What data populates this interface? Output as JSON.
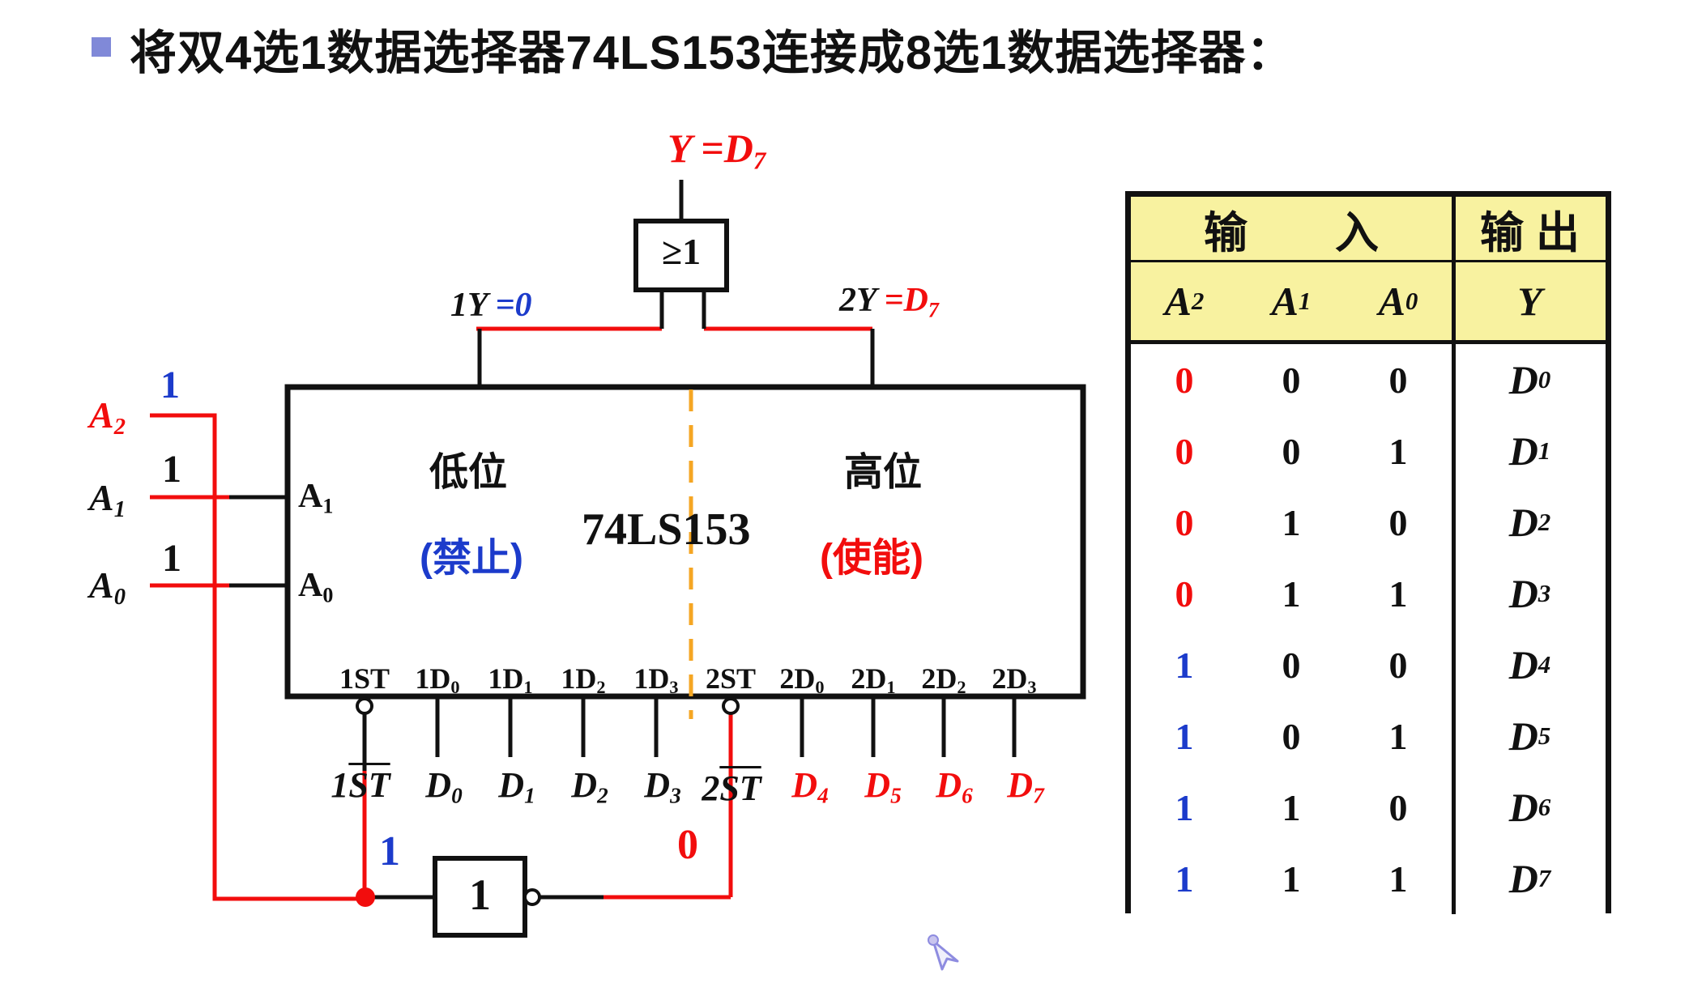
{
  "title": {
    "text": "将双4选1数据选择器74LS153连接成8选1数据选择器："
  },
  "colors": {
    "red": "#f20d0d",
    "blue": "#1c3bcb",
    "orange_dashed": "#f5a623",
    "table_header_bg": "#f8f2a0",
    "title_bullet": "#8089d8",
    "black": "#111111"
  },
  "circuit": {
    "output_label": {
      "pre": "Y =",
      "base": "D",
      "sub": "7"
    },
    "branch_left": {
      "name": "1Y ",
      "eq": "=0"
    },
    "branch_right": {
      "name": "2Y ",
      "eq": "=",
      "base": "D",
      "sub": "7"
    },
    "or_gate": {
      "symbol": "≥1"
    },
    "not_gate": {
      "symbol": "1"
    },
    "address_inputs": [
      {
        "base": "A",
        "sub": "2",
        "value": "1"
      },
      {
        "base": "A",
        "sub": "1",
        "value": "1"
      },
      {
        "base": "A",
        "sub": "0",
        "value": "1"
      }
    ],
    "chip": {
      "name": "74LS153",
      "left_half_label": "低位",
      "left_half_status": "(禁止)",
      "right_half_label": "高位",
      "right_half_status": "(使能)",
      "port_a1": {
        "base": "A",
        "sub": "1"
      },
      "port_a0": {
        "base": "A",
        "sub": "0"
      },
      "pins": [
        {
          "p": "1ST",
          "s": ""
        },
        {
          "p": "1D",
          "s": "0"
        },
        {
          "p": "1D",
          "s": "1"
        },
        {
          "p": "1D",
          "s": "2"
        },
        {
          "p": "1D",
          "s": "3"
        },
        {
          "p": "2ST",
          "s": ""
        },
        {
          "p": "2D",
          "s": "0"
        },
        {
          "p": "2D",
          "s": "1"
        },
        {
          "p": "2D",
          "s": "2"
        },
        {
          "p": "2D",
          "s": "3"
        }
      ]
    },
    "strobe1": {
      "pre": "1",
      "bar": "ST",
      "value": "1"
    },
    "strobe2": {
      "pre": "2",
      "bar": "ST",
      "value": "0"
    },
    "data_inputs": [
      {
        "base": "D",
        "sub": "0"
      },
      {
        "base": "D",
        "sub": "1"
      },
      {
        "base": "D",
        "sub": "2"
      },
      {
        "base": "D",
        "sub": "3"
      },
      {
        "base": "D",
        "sub": "4"
      },
      {
        "base": "D",
        "sub": "5"
      },
      {
        "base": "D",
        "sub": "6"
      },
      {
        "base": "D",
        "sub": "7"
      }
    ]
  },
  "table": {
    "header_input": "输　　入",
    "header_output": "输 出",
    "col_a2": {
      "base": "A",
      "sub": "2"
    },
    "col_a1": {
      "base": "A",
      "sub": "1"
    },
    "col_a0": {
      "base": "A",
      "sub": "0"
    },
    "col_y": "Y",
    "rows": [
      {
        "a2": "0",
        "a1": "0",
        "a0": "0",
        "yb": "D",
        "ys": "0",
        "a2_style": "color:#f20d0d"
      },
      {
        "a2": "0",
        "a1": "0",
        "a0": "1",
        "yb": "D",
        "ys": "1",
        "a2_style": "color:#f20d0d"
      },
      {
        "a2": "0",
        "a1": "1",
        "a0": "0",
        "yb": "D",
        "ys": "2",
        "a2_style": "color:#f20d0d"
      },
      {
        "a2": "0",
        "a1": "1",
        "a0": "1",
        "yb": "D",
        "ys": "3",
        "a2_style": "color:#f20d0d"
      },
      {
        "a2": "1",
        "a1": "0",
        "a0": "0",
        "yb": "D",
        "ys": "4",
        "a2_style": "color:#1c3bcb"
      },
      {
        "a2": "1",
        "a1": "0",
        "a0": "1",
        "yb": "D",
        "ys": "5",
        "a2_style": "color:#1c3bcb"
      },
      {
        "a2": "1",
        "a1": "1",
        "a0": "0",
        "yb": "D",
        "ys": "6",
        "a2_style": "color:#1c3bcb"
      },
      {
        "a2": "1",
        "a1": "1",
        "a0": "1",
        "yb": "D",
        "ys": "7",
        "a2_style": "color:#1c3bcb"
      }
    ]
  }
}
